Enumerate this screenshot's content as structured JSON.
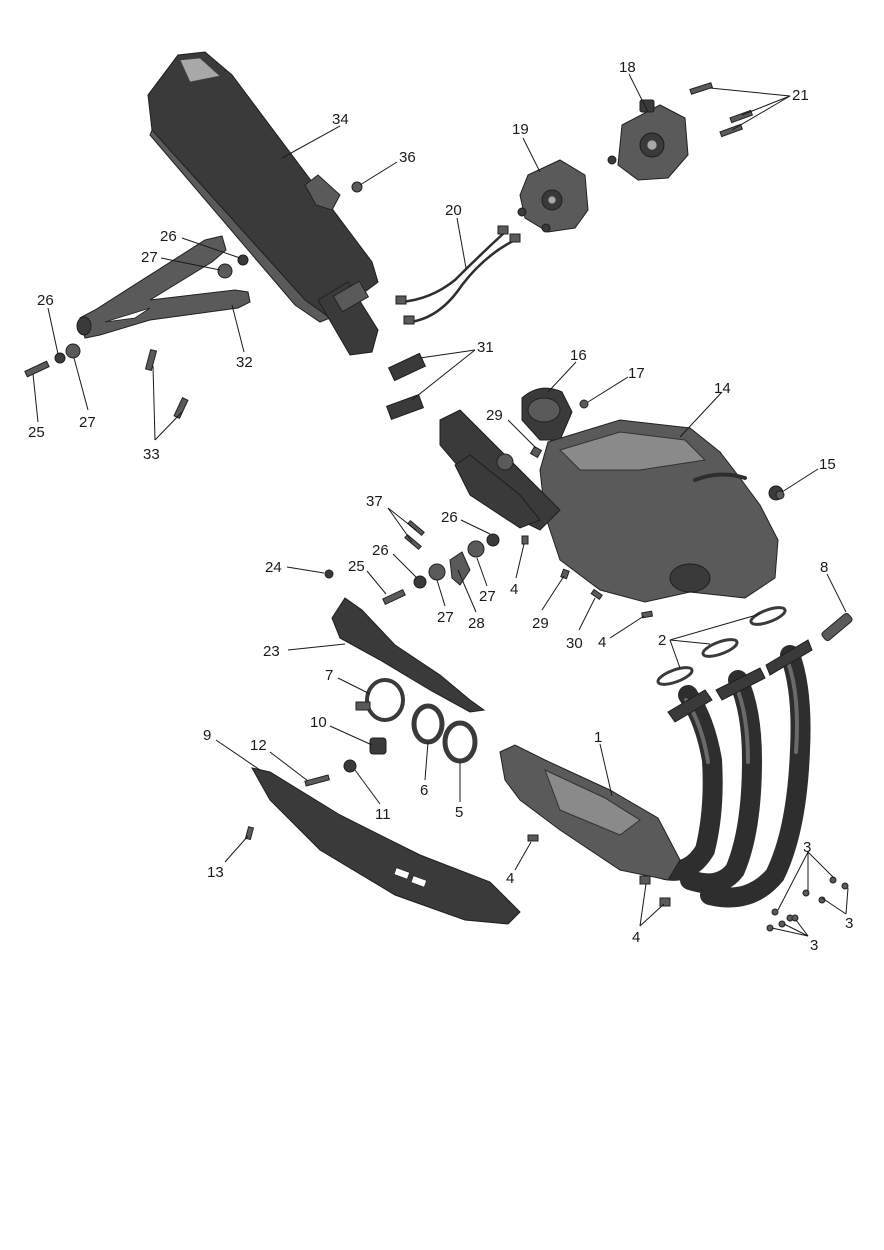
{
  "callouts": [
    {
      "id": "c1",
      "text": "1"
    },
    {
      "id": "c2",
      "text": "2"
    },
    {
      "id": "c3a",
      "text": "3"
    },
    {
      "id": "c3b",
      "text": "3"
    },
    {
      "id": "c3c",
      "text": "3"
    },
    {
      "id": "c4a",
      "text": "4"
    },
    {
      "id": "c4b",
      "text": "4"
    },
    {
      "id": "c4c",
      "text": "4"
    },
    {
      "id": "c4d",
      "text": "4"
    },
    {
      "id": "c5",
      "text": "5"
    },
    {
      "id": "c6",
      "text": "6"
    },
    {
      "id": "c7",
      "text": "7"
    },
    {
      "id": "c8",
      "text": "8"
    },
    {
      "id": "c9",
      "text": "9"
    },
    {
      "id": "c10",
      "text": "10"
    },
    {
      "id": "c11",
      "text": "11"
    },
    {
      "id": "c12",
      "text": "12"
    },
    {
      "id": "c13",
      "text": "13"
    },
    {
      "id": "c14",
      "text": "14"
    },
    {
      "id": "c15",
      "text": "15"
    },
    {
      "id": "c16",
      "text": "16"
    },
    {
      "id": "c17",
      "text": "17"
    },
    {
      "id": "c18",
      "text": "18"
    },
    {
      "id": "c19",
      "text": "19"
    },
    {
      "id": "c20",
      "text": "20"
    },
    {
      "id": "c21",
      "text": "21"
    },
    {
      "id": "c23",
      "text": "23"
    },
    {
      "id": "c24",
      "text": "24"
    },
    {
      "id": "c25a",
      "text": "25"
    },
    {
      "id": "c25b",
      "text": "25"
    },
    {
      "id": "c26a",
      "text": "26"
    },
    {
      "id": "c26b",
      "text": "26"
    },
    {
      "id": "c26c",
      "text": "26"
    },
    {
      "id": "c26d",
      "text": "26"
    },
    {
      "id": "c27a",
      "text": "27"
    },
    {
      "id": "c27b",
      "text": "27"
    },
    {
      "id": "c27c",
      "text": "27"
    },
    {
      "id": "c27d",
      "text": "27"
    },
    {
      "id": "c28",
      "text": "28"
    },
    {
      "id": "c29a",
      "text": "29"
    },
    {
      "id": "c29b",
      "text": "29"
    },
    {
      "id": "c30",
      "text": "30"
    },
    {
      "id": "c31",
      "text": "31"
    },
    {
      "id": "c32",
      "text": "32"
    },
    {
      "id": "c33",
      "text": "33"
    },
    {
      "id": "c34",
      "text": "34"
    },
    {
      "id": "c36",
      "text": "36"
    },
    {
      "id": "c37",
      "text": "37"
    }
  ]
}
